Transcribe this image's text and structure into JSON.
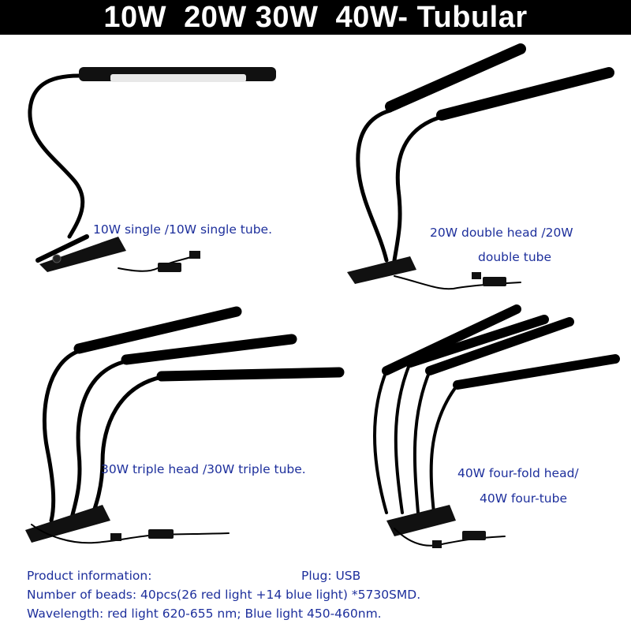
{
  "title": "10W  20W 30W  40W- Tubular",
  "captions": {
    "single": "10W single /10W single tube.",
    "double_line1": "20W double head /20W",
    "double_line2": "double tube",
    "triple": "30W triple head /30W triple tube.",
    "four_line1": "40W four-fold head/",
    "four_line2": "40W four-tube"
  },
  "info": {
    "product_label": "Product information:",
    "plug": "Plug: USB",
    "beads": "Number of beads: 40pcs(26 red light +14 blue light) *5730SMD.",
    "wavelength": "Wavelength: red light 620-655 nm; Blue light 450-460nm."
  },
  "colors": {
    "title_bg": "#000000",
    "title_text": "#ffffff",
    "caption_text": "#1d2f9c",
    "lamp": "#000000"
  }
}
